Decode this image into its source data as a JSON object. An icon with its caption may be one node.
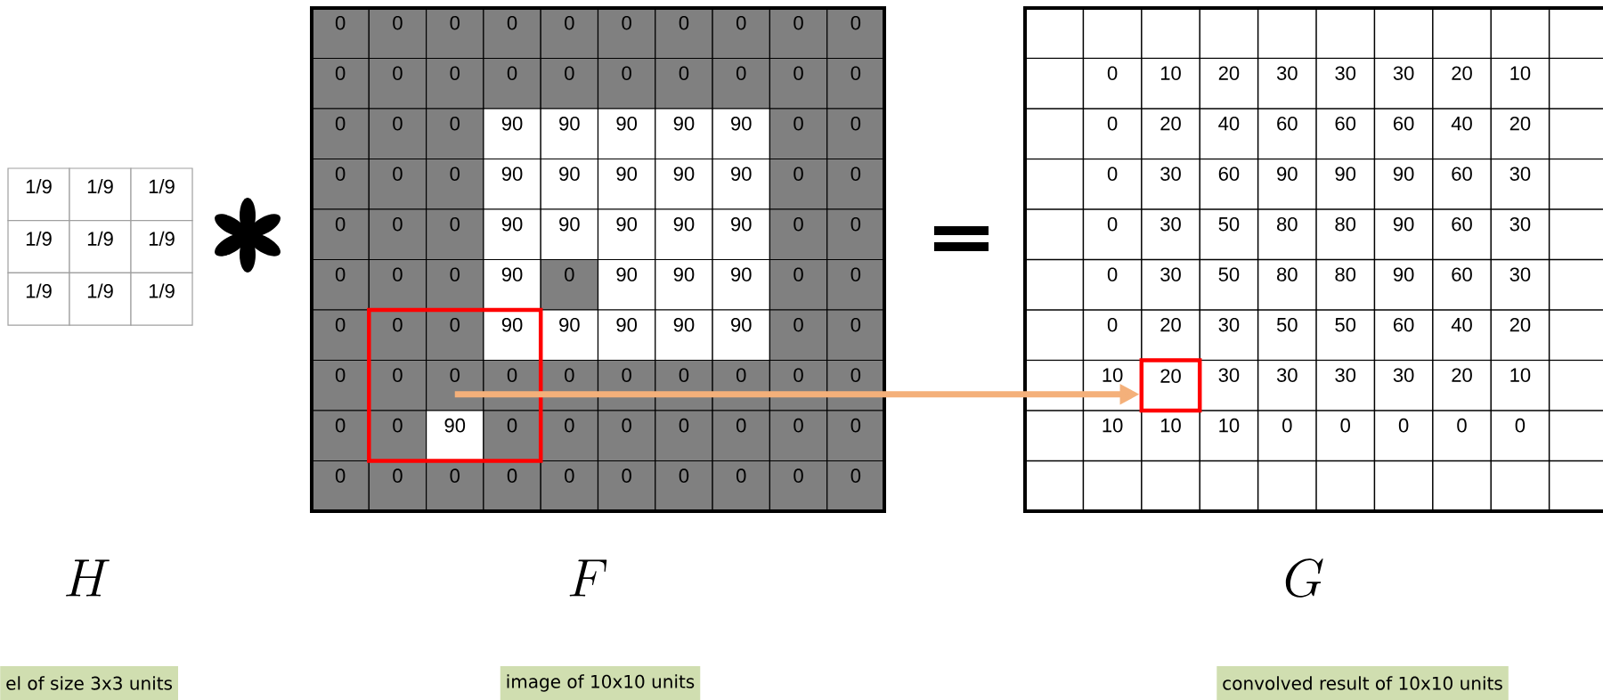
{
  "diagram": {
    "nodes": [
      {
        "text": [],
        "shape": "box"
      },
      {
        "text": [
          "20"
        ]
      }
    ],
    "edges": [
      {
        "from": 0,
        "to": 1,
        "arrow": "to"
      }
    ],
    "labels": [
      "1/9",
      "1/9",
      "1/9",
      "1/9",
      "1/9",
      "1/9",
      "1/9",
      "1/9",
      "1/9",
      "0",
      "0",
      "0",
      "0",
      "0",
      "0",
      "0",
      "0",
      "0",
      "0",
      "0",
      "0",
      "0",
      "0",
      "0",
      "0",
      "0",
      "0",
      "0",
      "0",
      "0",
      "0",
      "0",
      "90",
      "90",
      "90",
      "90",
      "90",
      "0",
      "0",
      "0",
      "0",
      "0",
      "90",
      "90",
      "90",
      "90",
      "90",
      "0",
      "0",
      "0",
      "0",
      "0",
      "90",
      "90",
      "90",
      "90",
      "90",
      "0",
      "0",
      "0",
      "0",
      "0",
      "90",
      "0",
      "90",
      "90",
      "90",
      "0",
      "0",
      "0",
      "0",
      "0",
      "90",
      "90",
      "90",
      "90",
      "90",
      "0",
      "0",
      "0",
      "0",
      "0",
      "0",
      "0",
      "0",
      "0",
      "0",
      "0",
      "0",
      "0",
      "0",
      "90",
      "0",
      "0",
      "0",
      "0",
      "0",
      "0",
      "0",
      "0",
      "0",
      "0",
      "0",
      "0",
      "0",
      "0",
      "0",
      "0",
      "0",
      "0",
      "10",
      "20",
      "30",
      "30",
      "30",
      "20",
      "10",
      "0",
      "20",
      "40",
      "60",
      "60",
      "60",
      "40",
      "20",
      "0",
      "30",
      "60",
      "90",
      "90",
      "90",
      "60",
      "30",
      "0",
      "30",
      "50",
      "80",
      "80",
      "90",
      "60",
      "30",
      "0",
      "30",
      "50",
      "80",
      "80",
      "90",
      "60",
      "30",
      "0",
      "20",
      "30",
      "50",
      "50",
      "60",
      "40",
      "20",
      "10",
      "30",
      "30",
      "30",
      "30",
      "20",
      "10",
      "10",
      "10",
      "10",
      "0",
      "0",
      "0",
      "0",
      "0",
      "H",
      "F",
      "G",
      "el of size 3x3 units",
      "image of 10x10 units",
      "convolved result of 10x10 units"
    ]
  }
}
